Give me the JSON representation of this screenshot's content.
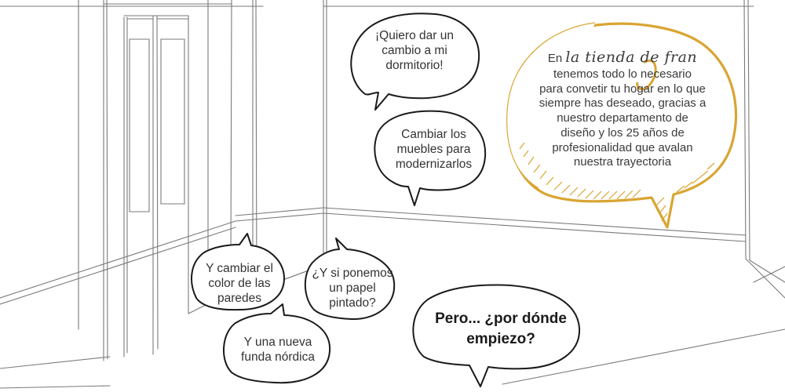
{
  "bubbles": {
    "dormitorio": {
      "lines": [
        "¡Quiero dar un",
        "cambio a mi",
        "dormitorio!"
      ]
    },
    "muebles": {
      "lines": [
        "Cambiar los",
        "muebles para",
        "modernizarlos"
      ]
    },
    "color": {
      "lines": [
        "Y cambiar el",
        "color de las",
        "paredes"
      ]
    },
    "papel": {
      "lines": [
        "¿Y si ponemos",
        "un papel",
        "pintado?"
      ]
    },
    "funda": {
      "lines": [
        "Y una nueva",
        "funda nórdica"
      ]
    },
    "empiezo": {
      "lines": [
        "Pero... ¿por dónde",
        "empiezo?"
      ]
    },
    "tienda": {
      "intro": "En",
      "brand": "la tienda de fran",
      "lines": [
        "tenemos todo lo necesario",
        "para convetir tu hogar en lo que",
        "siempre has deseado, gracias a",
        "nuestro departamento de",
        "diseño y los 25 años de",
        "profesionalidad que avalan",
        "nuestra trayectoria"
      ]
    }
  },
  "colors": {
    "sketch": "#6e6e6e",
    "bubble_outline": "#1a1a1a",
    "brand_gold": "#d9a532"
  }
}
